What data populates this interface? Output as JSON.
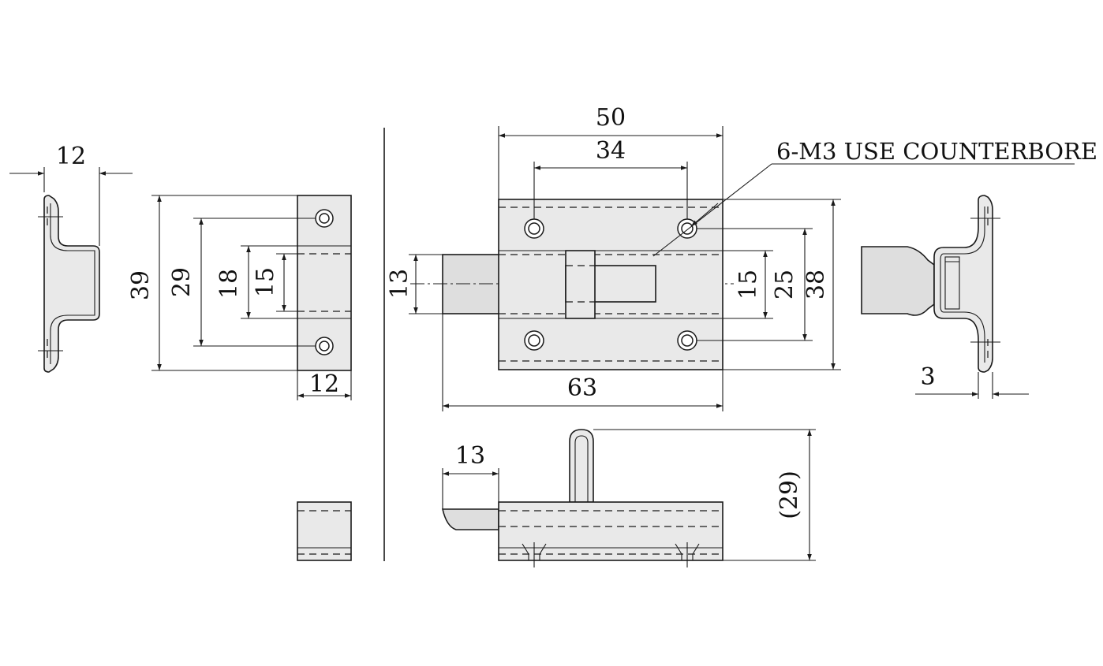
{
  "drawing": {
    "note": "6-M3 USE COUNTERBORE",
    "dimensions": {
      "keeper_side_depth": "12",
      "keeper_height": "39",
      "keeper_hole_pitch": "29",
      "keeper_slot_outer": "18",
      "keeper_slot_inner": "15",
      "keeper_width": "12",
      "body_length": "50",
      "body_hole_pitch": "34",
      "bolt_diameter": "13",
      "slot_inner": "15",
      "body_hole_pitch_vertical": "25",
      "body_height": "38",
      "overall_length": "63",
      "plate_thickness": "3",
      "bolt_extension": "13",
      "overall_height": "(29)"
    }
  }
}
